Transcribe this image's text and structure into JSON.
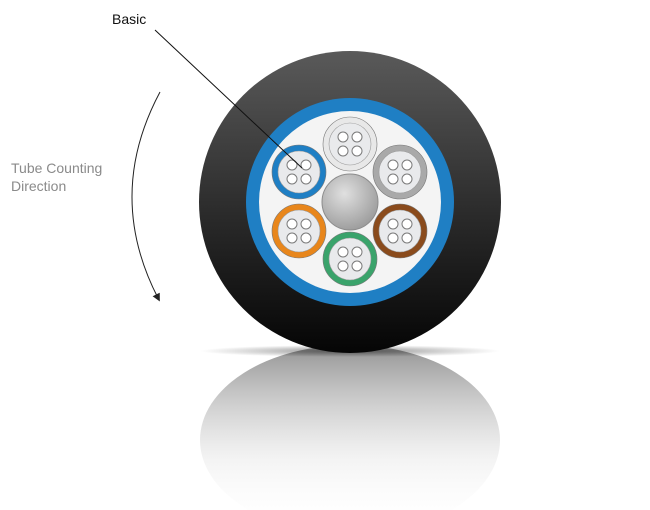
{
  "labels": {
    "basic": "Basic",
    "direction_line1": "Tube Counting",
    "direction_line2": "Direction"
  },
  "colors": {
    "jacket_dark": "#1a1a1a",
    "jacket_light": "#5a5a5a",
    "armor_blue": "#1f7fc4",
    "core_fill": "#f4f4f4",
    "central_member": "#b8b8b8",
    "fiber_fill": "#c9ccd0",
    "tubes": [
      "#1f7fc4",
      "#e8e8e8",
      "#a9a9a9",
      "#8a4b1c",
      "#3aa36b",
      "#e8861b"
    ]
  },
  "tubes": [
    {
      "name": "blue",
      "fibers": 4
    },
    {
      "name": "white",
      "fibers": 4
    },
    {
      "name": "gray",
      "fibers": 4
    },
    {
      "name": "brown",
      "fibers": 4
    },
    {
      "name": "green",
      "fibers": 4
    },
    {
      "name": "orange",
      "fibers": 4
    }
  ]
}
